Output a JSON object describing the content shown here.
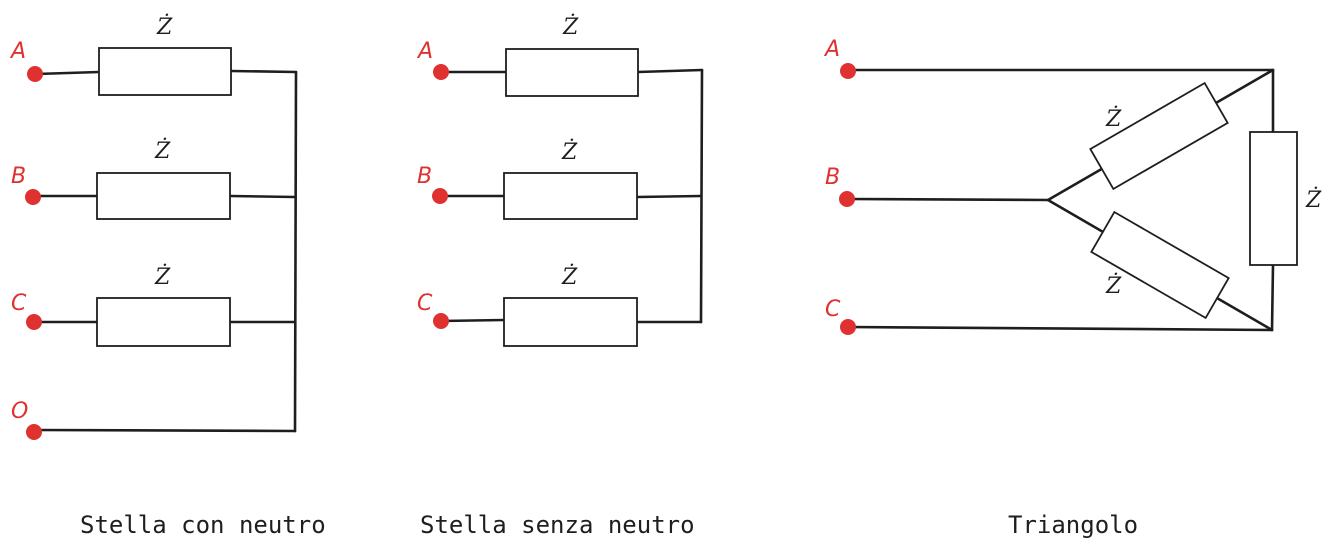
{
  "impedance_label": "Ż",
  "colors": {
    "wire": "#1e1e1e",
    "terminal": "#e03131"
  },
  "icons": {
    "terminal": "red-dot",
    "impedance": "resistor-rectangle"
  },
  "star_with_neutral": {
    "caption": "Stella con neutro",
    "terminals": [
      "A",
      "B",
      "C",
      "O"
    ]
  },
  "star_without_neutral": {
    "caption": "Stella senza neutro",
    "terminals": [
      "A",
      "B",
      "C"
    ]
  },
  "delta": {
    "caption": "Triangolo",
    "terminals": [
      "A",
      "B",
      "C"
    ]
  }
}
